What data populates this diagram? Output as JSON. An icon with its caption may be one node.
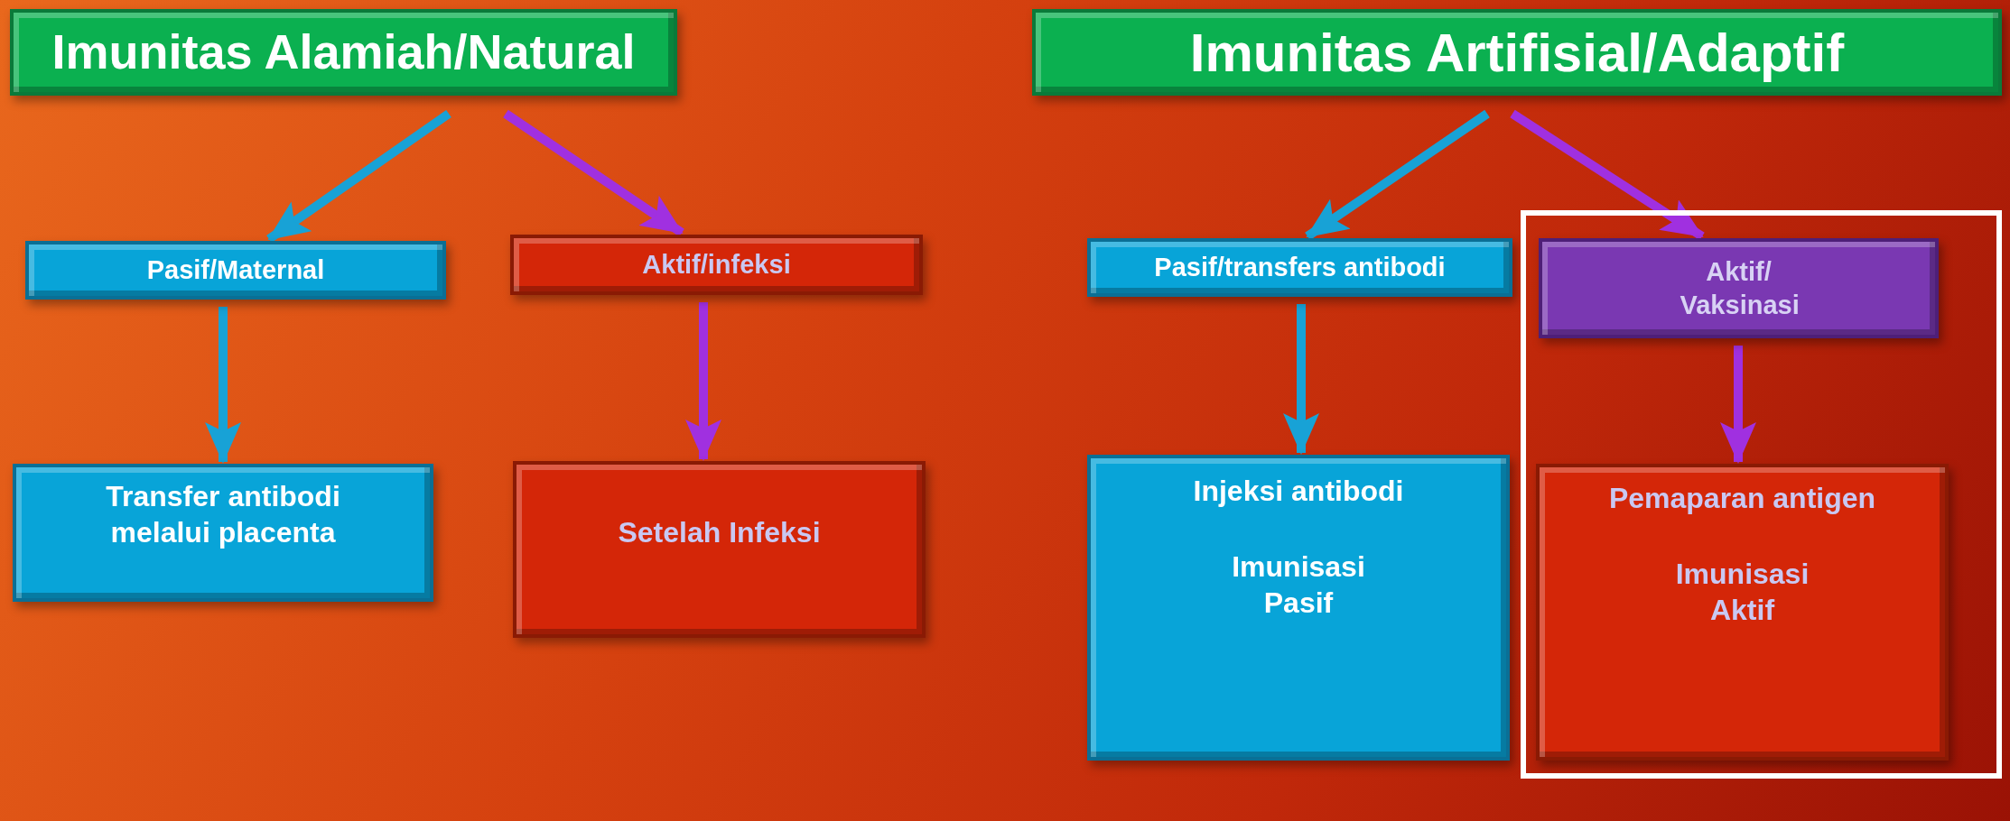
{
  "diagram": {
    "nodes": [
      {
        "text": [
          "Imunitas Alamiah/Natural"
        ]
      },
      {
        "text": [
          "Imunitas Artifisial/Adaptif"
        ]
      },
      {
        "text": [
          "Pasif/Maternal"
        ]
      },
      {
        "text": [
          "Aktif/infeksi"
        ]
      },
      {
        "text": [
          "Pasif/transfers antibodi"
        ]
      },
      {
        "text": [
          "Aktif/ Vaksinasi"
        ]
      },
      {
        "text": [
          "Transfer antibodi melalui placenta"
        ]
      },
      {
        "text": [
          "Setelah Infeksi"
        ]
      },
      {
        "text": [
          "Injeksi antibodi",
          "Imunisasi Pasif"
        ]
      },
      {
        "text": [
          "Pemaparan antigen",
          "Imunisasi Aktif"
        ]
      }
    ],
    "edges": [
      {
        "from": 0,
        "to": 2,
        "arrow": "to"
      },
      {
        "from": 0,
        "to": 3,
        "arrow": "to",
        "color": "#a030e0"
      },
      {
        "from": 1,
        "to": 4,
        "arrow": "to"
      },
      {
        "from": 1,
        "to": 5,
        "arrow": "to",
        "color": "#a030e0"
      },
      {
        "from": 2,
        "to": 6,
        "arrow": "to"
      },
      {
        "from": 3,
        "to": 7,
        "arrow": "to",
        "color": "#a030e0"
      },
      {
        "from": 4,
        "to": 8,
        "arrow": "to"
      },
      {
        "from": 5,
        "to": 9,
        "arrow": "to",
        "color": "#a030e0"
      }
    ]
  }
}
